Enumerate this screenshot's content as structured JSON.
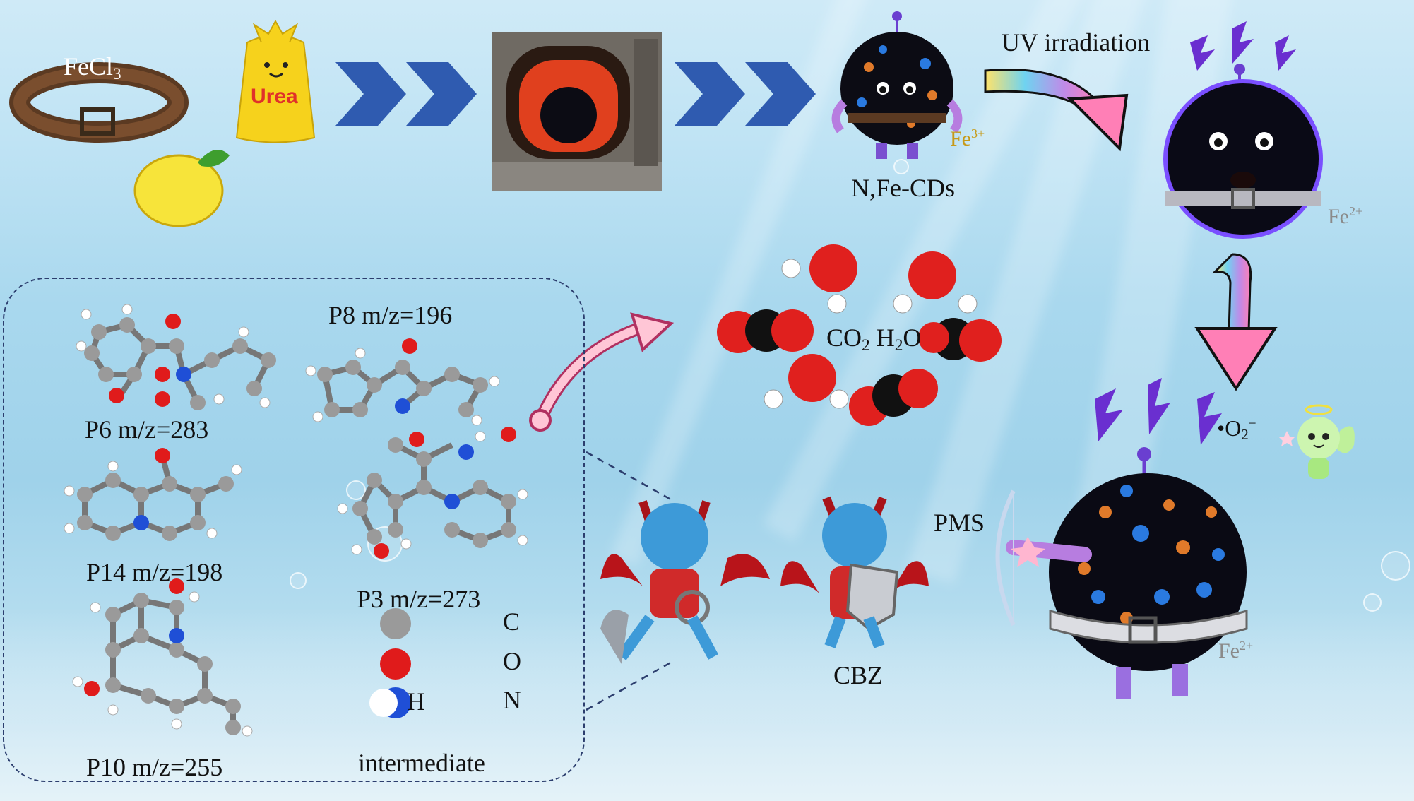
{
  "reactants": {
    "fecl3": "FeCl",
    "fecl3_sub": "3",
    "urea": "Urea"
  },
  "labels": {
    "uv_irradiation": "UV irradiation",
    "fe3": "Fe",
    "fe3_sup": "3+",
    "n_fe_cds": "N,Fe-CDs",
    "fe2_top": "Fe",
    "fe2_top_sup": "2+",
    "fe2_bottom": "Fe",
    "fe2_bottom_sup": "2+",
    "co2_h2o_a": "CO",
    "co2_h2o_sub": "2",
    "co2_h2o_b": " H",
    "co2_h2o_sub2": "2",
    "co2_h2o_c": "O",
    "superoxide": "•O",
    "superoxide_sub": "2",
    "superoxide_sup": "−",
    "pms": "PMS",
    "cbz": "CBZ"
  },
  "intermediates": {
    "p8": "P8 m/z=196",
    "p6": "P6 m/z=283",
    "p14": "P14 m/z=198",
    "p3": "P3 m/z=273",
    "p10": "P10 m/z=255",
    "title": "intermediate"
  },
  "legend": {
    "c": "C",
    "o": "O",
    "n": "N",
    "h": "H"
  },
  "colors": {
    "arrow_blue": "#2f5bb0",
    "carbon": "#9a9a9a",
    "oxygen": "#e01b1b",
    "nitrogen": "#1f4fd6",
    "hydrogen": "#ffffff",
    "cd_body": "#0c0c14",
    "fe3_color": "#c79a18",
    "fe2_color": "#8a8a8a"
  }
}
